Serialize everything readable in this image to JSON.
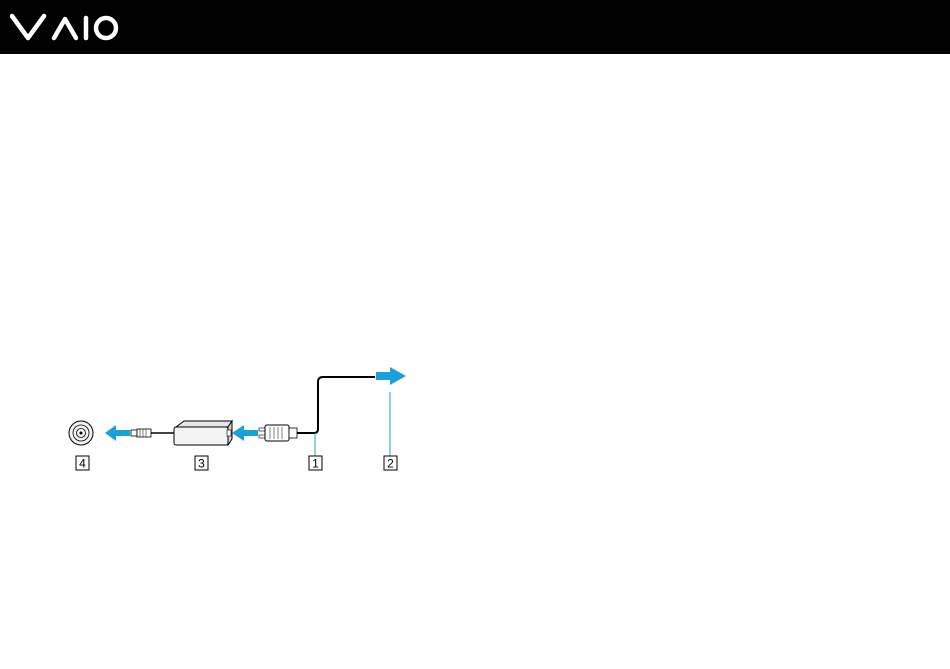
{
  "header": {
    "logo_icon": "vaio-logo",
    "background_color": "#000000",
    "logo_color": "#ffffff"
  },
  "diagram": {
    "arrow_color": "#1aa0dc",
    "callouts": [
      {
        "id": "1",
        "label": "1"
      },
      {
        "id": "2",
        "label": "2"
      },
      {
        "id": "3",
        "label": "3"
      },
      {
        "id": "4",
        "label": "4"
      }
    ]
  }
}
